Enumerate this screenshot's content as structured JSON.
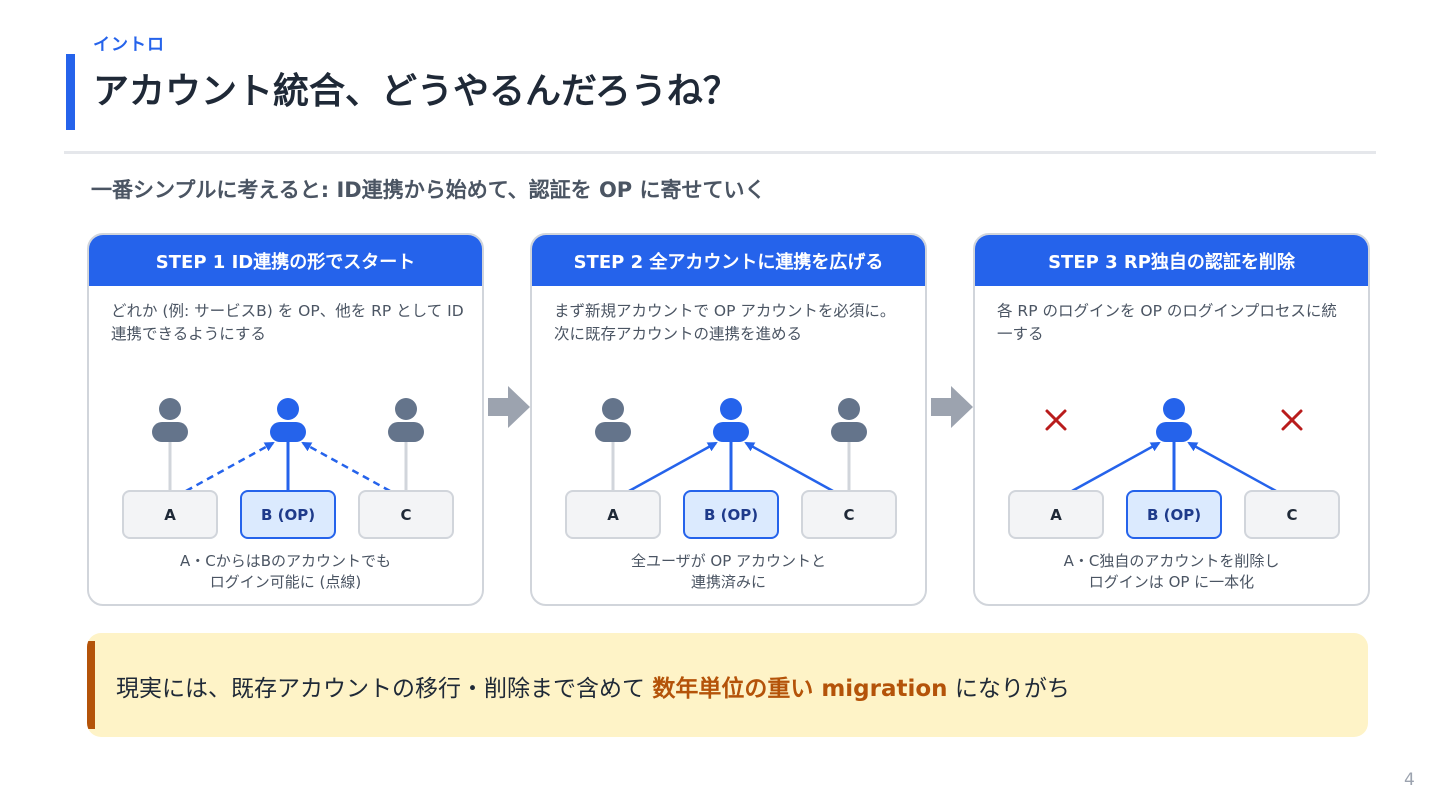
{
  "header": {
    "kicker": "イントロ",
    "title": "アカウント統合、どうやるんだろうね？"
  },
  "subtitle": "一番シンプルに考えると: ID連携から始めて、認証を OP に寄せていく",
  "steps": [
    {
      "title": "STEP 1  ID連携の形でスタート",
      "description": "どれか (例: サービスB) を OP、他を RP として ID連携できるようにする",
      "boxes": [
        "A",
        "B (OP)",
        "C"
      ],
      "note_line1": "A・CからはBのアカウントでも",
      "note_line2": "ログイン可能に (点線)"
    },
    {
      "title": "STEP 2  全アカウントに連携を広げる",
      "description": "まず新規アカウントで OP アカウントを必須に。次に既存アカウントの連携を進める",
      "boxes": [
        "A",
        "B (OP)",
        "C"
      ],
      "note_line1": "全ユーザが OP アカウントと",
      "note_line2": "連携済みに"
    },
    {
      "title": "STEP 3  RP独自の認証を削除",
      "description": "各 RP のログインを OP のログインプロセスに統一する",
      "boxes": [
        "A",
        "B (OP)",
        "C"
      ],
      "note_line1": "A・C独自のアカウントを削除し",
      "note_line2": "ログインは OP に一本化"
    }
  ],
  "callout": {
    "before": "現実には、既存アカウントの移行・削除まで含めて ",
    "emphasis": "数年単位の重い migration",
    "after": " になりがち"
  },
  "page_number": "4",
  "colors": {
    "accent": "#2563eb",
    "gray_user": "#64748b",
    "x_mark": "#b91c1c",
    "callout_bg": "#fef3c7",
    "callout_accent": "#b45309"
  },
  "icons": [
    "user-icon",
    "x-mark-icon",
    "right-arrow-icon"
  ]
}
